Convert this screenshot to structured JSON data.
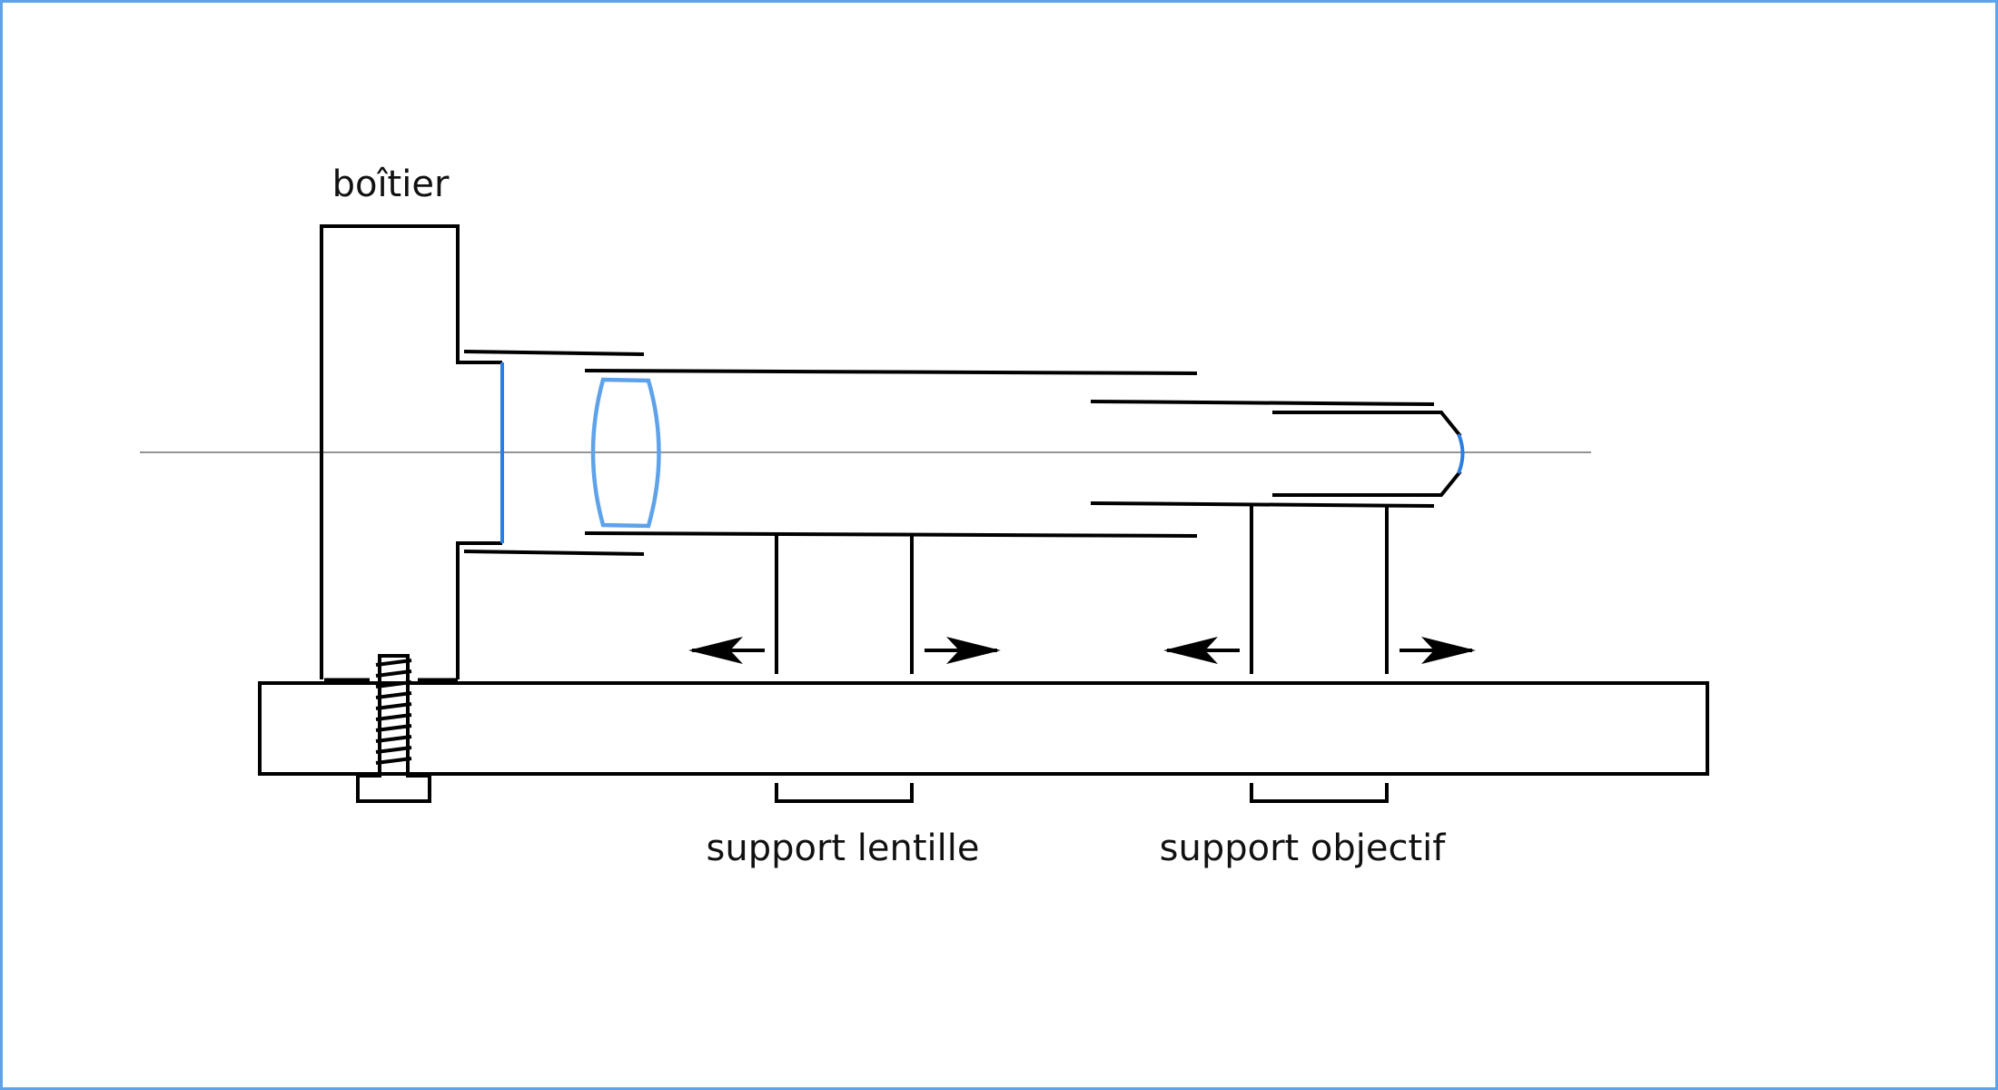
{
  "labels": {
    "boitier": "boîtier",
    "support_lentille": "support lentille",
    "support_objectif": "support objectif"
  },
  "colors": {
    "frame": "#5ea3ea",
    "lens_blue": "#5ea3ea",
    "optics_blue": "#2a7de1",
    "stroke": "#000000"
  }
}
